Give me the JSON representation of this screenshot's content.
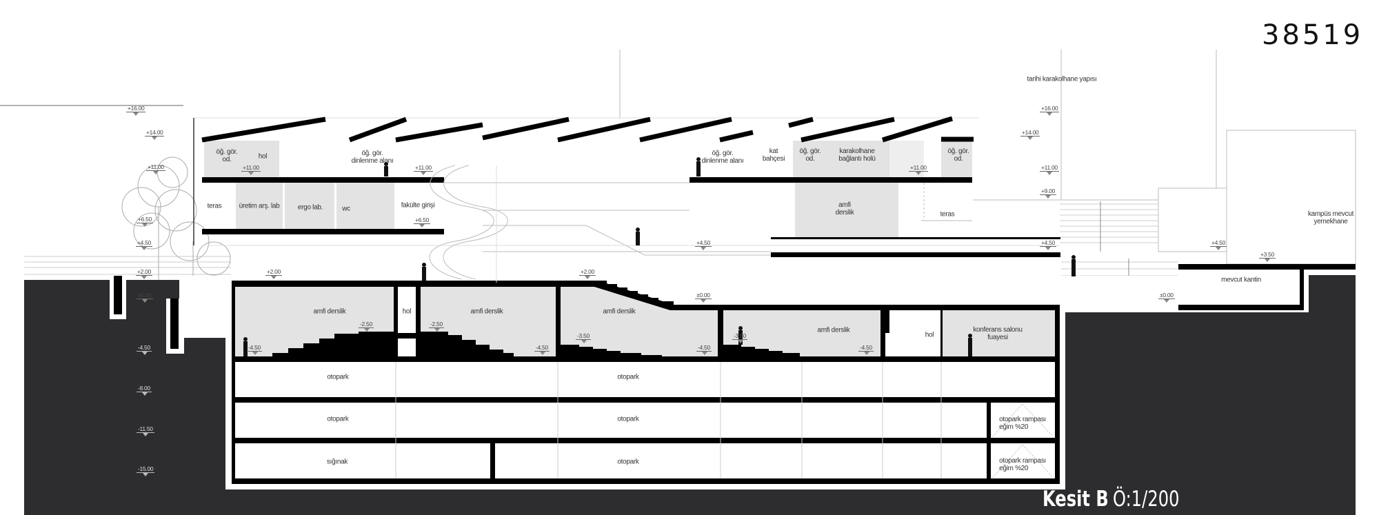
{
  "sheet_number": "38519",
  "title": {
    "name": "Kesit B",
    "scale": "Ö:1/200"
  },
  "levels": {
    "left": [
      "+16.00",
      "+14.00",
      "+11.00",
      "+6.50",
      "+4.50",
      "+2.00",
      "±0.00",
      "-4.50",
      "-8.00",
      "-11.50",
      "-15.00"
    ],
    "interior": [
      "+11.00",
      "+11.00",
      "+11.00",
      "+6.50",
      "+2.00",
      "+2.00",
      "+4.50",
      "±0.00",
      "±0.00",
      "-4.50",
      "-2.50",
      "-2.50",
      "-4.50",
      "-3.50",
      "-4.50",
      "-3.50",
      "-4.50"
    ],
    "right": [
      "+16.00",
      "+14.00",
      "+11.00",
      "+9.00",
      "+4.50",
      "+4.50",
      "+3.50"
    ]
  },
  "spaces": {
    "upper_floor": [
      "öğ. gör.\nod.",
      "hol",
      "öğ. gör.\ndinlenme alanı",
      "öğ. gör.\ndinlenme alanı",
      "kat\nbahçesi",
      "öğ. gör.\nod.",
      "karakolhane\nbağlantı holü",
      "öğ. gör.\nod."
    ],
    "middle_floor": [
      "teras",
      "üretim arş. lab",
      "ergo lab.",
      "wc",
      "fakülte girişi",
      "amfi\nderslik",
      "teras"
    ],
    "basement": [
      "amfi derslik",
      "hol",
      "amfi derslik",
      "amfi derslik",
      "amfi derslik",
      "hol",
      "konferans salonu\nfuayesi"
    ],
    "parking": [
      "otopark",
      "otopark",
      "otopark",
      "otopark",
      "sığınak",
      "otopark",
      "otopark rampası\neğim %20",
      "otopark rampası\neğim %20"
    ],
    "context": [
      "tarihi karakolhane yapısı",
      "kampüs mevcut\nyemekhane",
      "mevcut kantin"
    ]
  },
  "colors": {
    "ground": "#2d2d2f",
    "section_cut": "#000000",
    "room_fill": "#e3e3e3"
  }
}
